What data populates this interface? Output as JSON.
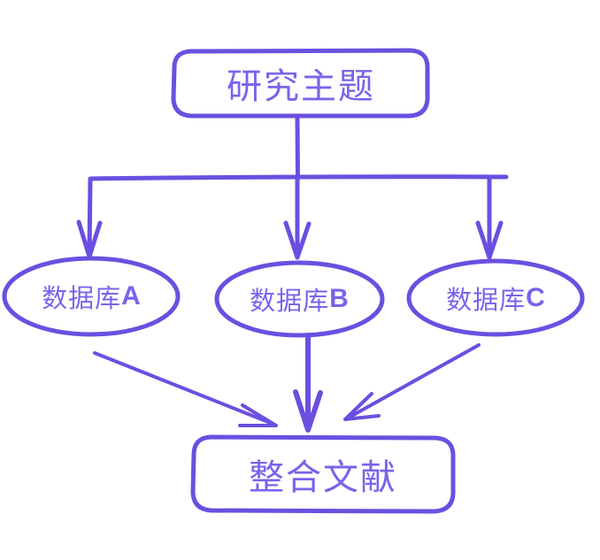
{
  "diagram": {
    "type": "flowchart",
    "style": "hand-drawn",
    "colors": {
      "stroke": "#6b4fe0",
      "text": "#7a63ea",
      "background": "#ffffff"
    },
    "nodes": {
      "root": {
        "id": "research-topic",
        "label": "研究主题",
        "shape": "rounded-rectangle"
      },
      "databases": [
        {
          "id": "database-a",
          "label_cn": "数据库",
          "label_suffix": "A",
          "shape": "ellipse"
        },
        {
          "id": "database-b",
          "label_cn": "数据库",
          "label_suffix": "B",
          "shape": "ellipse"
        },
        {
          "id": "database-c",
          "label_cn": "数据库",
          "label_suffix": "C",
          "shape": "ellipse"
        }
      ],
      "merge": {
        "id": "integrated-literature",
        "label": "整合文献",
        "shape": "rounded-rectangle"
      }
    },
    "edges": [
      {
        "from": "research-topic",
        "to": "database-a",
        "arrow": true
      },
      {
        "from": "research-topic",
        "to": "database-b",
        "arrow": true
      },
      {
        "from": "research-topic",
        "to": "database-c",
        "arrow": true
      },
      {
        "from": "database-a",
        "to": "integrated-literature",
        "arrow": true
      },
      {
        "from": "database-b",
        "to": "integrated-literature",
        "arrow": true
      },
      {
        "from": "database-c",
        "to": "integrated-literature",
        "arrow": true
      }
    ]
  }
}
